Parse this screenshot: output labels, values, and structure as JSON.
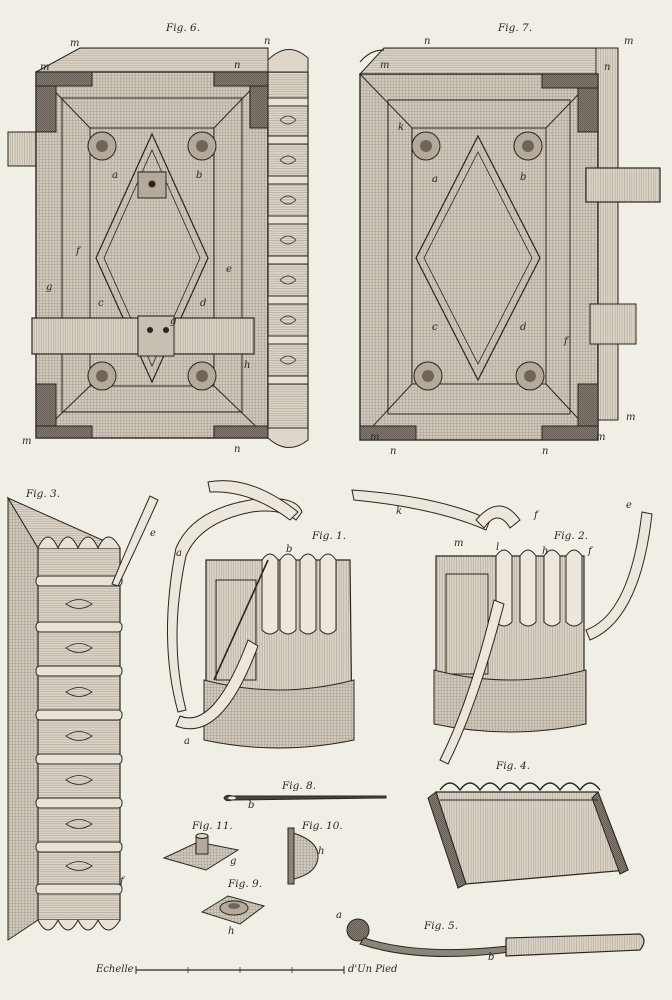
{
  "figures": {
    "fig6": "Fig. 6.",
    "fig7": "Fig. 7.",
    "fig3": "Fig. 3.",
    "fig1": "Fig. 1.",
    "fig2": "Fig. 2.",
    "fig4": "Fig. 4.",
    "fig8": "Fig. 8.",
    "fig9": "Fig. 9.",
    "fig10": "Fig. 10.",
    "fig11": "Fig. 11.",
    "fig5": "Fig. 5."
  },
  "letters": {
    "m": "m",
    "n": "n",
    "a": "a",
    "b": "b",
    "c": "c",
    "d": "d",
    "e": "e",
    "f": "f",
    "g": "g",
    "h": "h",
    "k": "k",
    "l": "l"
  },
  "scale": {
    "left": "Echelle",
    "right": "d'Un Pied"
  },
  "colors": {
    "paper": "#f1eee6",
    "ink": "#2a2520",
    "hatch": "#7a7268",
    "mid": "#b9b1a3"
  }
}
